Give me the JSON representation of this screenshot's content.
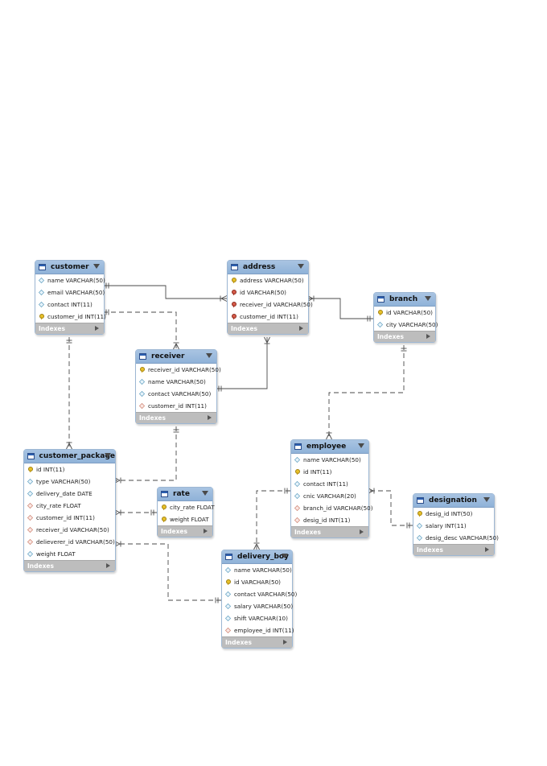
{
  "footer_label": "Indexes",
  "tables": [
    {
      "id": "customer",
      "name": "customer",
      "columns": [
        {
          "label": "name VARCHAR(50)",
          "kind": "col"
        },
        {
          "label": "email VARCHAR(50)",
          "kind": "col"
        },
        {
          "label": "contact INT(11)",
          "kind": "col"
        },
        {
          "label": "customer_id INT(11)",
          "kind": "pk"
        }
      ]
    },
    {
      "id": "address",
      "name": "address",
      "columns": [
        {
          "label": "address VARCHAR(50)",
          "kind": "pk"
        },
        {
          "label": "id VARCHAR(50)",
          "kind": "fk"
        },
        {
          "label": "receiver_id VARCHAR(50)",
          "kind": "fk"
        },
        {
          "label": "customer_id INT(11)",
          "kind": "fk"
        }
      ]
    },
    {
      "id": "branch",
      "name": "branch",
      "columns": [
        {
          "label": "id VARCHAR(50)",
          "kind": "pk"
        },
        {
          "label": "city VARCHAR(50)",
          "kind": "col"
        }
      ]
    },
    {
      "id": "receiver",
      "name": "receiver",
      "columns": [
        {
          "label": "receiver_id VARCHAR(50)",
          "kind": "pk"
        },
        {
          "label": "name VARCHAR(50)",
          "kind": "col"
        },
        {
          "label": "contact VARCHAR(50)",
          "kind": "col"
        },
        {
          "label": "customer_id INT(11)",
          "kind": "fkcol"
        }
      ]
    },
    {
      "id": "customer_package",
      "name": "customer_package",
      "columns": [
        {
          "label": "id INT(11)",
          "kind": "pk"
        },
        {
          "label": "type VARCHAR(50)",
          "kind": "col"
        },
        {
          "label": "delivery_date DATE",
          "kind": "col"
        },
        {
          "label": "city_rate FLOAT",
          "kind": "fkcol"
        },
        {
          "label": "customer_id INT(11)",
          "kind": "fkcol"
        },
        {
          "label": "receiver_id VARCHAR(50)",
          "kind": "fkcol"
        },
        {
          "label": "delieverer_id VARCHAR(50)",
          "kind": "fkcol"
        },
        {
          "label": "weight FLOAT",
          "kind": "col"
        }
      ]
    },
    {
      "id": "rate",
      "name": "rate",
      "columns": [
        {
          "label": "city_rate FLOAT",
          "kind": "pk"
        },
        {
          "label": "weight FLOAT",
          "kind": "pk"
        }
      ]
    },
    {
      "id": "employee",
      "name": "employee",
      "columns": [
        {
          "label": "name VARCHAR(50)",
          "kind": "col"
        },
        {
          "label": "id INT(11)",
          "kind": "pk"
        },
        {
          "label": "contact INT(11)",
          "kind": "col"
        },
        {
          "label": "cnic VARCHAR(20)",
          "kind": "col"
        },
        {
          "label": "branch_id VARCHAR(50)",
          "kind": "fkcol"
        },
        {
          "label": "desig_id INT(11)",
          "kind": "fkcol"
        }
      ]
    },
    {
      "id": "designation",
      "name": "designation",
      "columns": [
        {
          "label": "desig_id INT(50)",
          "kind": "pk"
        },
        {
          "label": "salary INT(11)",
          "kind": "col"
        },
        {
          "label": "desig_desc VARCHAR(50)",
          "kind": "col"
        }
      ]
    },
    {
      "id": "delivery_boy",
      "name": "delivery_boy",
      "columns": [
        {
          "label": "name VARCHAR(50)",
          "kind": "col"
        },
        {
          "label": "id VARCHAR(50)",
          "kind": "pk"
        },
        {
          "label": "contact VARCHAR(50)",
          "kind": "col"
        },
        {
          "label": "salary VARCHAR(50)",
          "kind": "col"
        },
        {
          "label": "shift VARCHAR(10)",
          "kind": "col"
        },
        {
          "label": "employee_id INT(11)",
          "kind": "fkcol"
        }
      ]
    }
  ]
}
